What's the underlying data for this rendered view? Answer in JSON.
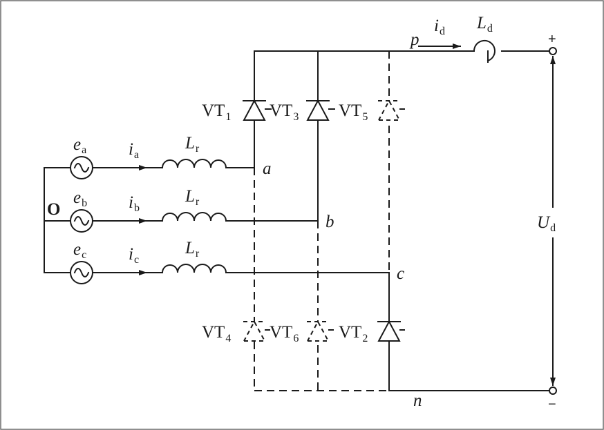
{
  "diagram": {
    "neutral_label": "O",
    "sources": [
      {
        "name": "e",
        "sub": "a"
      },
      {
        "name": "e",
        "sub": "b"
      },
      {
        "name": "e",
        "sub": "c"
      }
    ],
    "currents": [
      {
        "name": "i",
        "sub": "a"
      },
      {
        "name": "i",
        "sub": "b"
      },
      {
        "name": "i",
        "sub": "c"
      }
    ],
    "inductors": [
      {
        "name": "L",
        "sub": "r"
      },
      {
        "name": "L",
        "sub": "r"
      },
      {
        "name": "L",
        "sub": "r"
      }
    ],
    "phase_nodes": [
      "a",
      "b",
      "c"
    ],
    "thyristors_top": [
      {
        "name": "VT",
        "sub": "1"
      },
      {
        "name": "VT",
        "sub": "3"
      },
      {
        "name": "VT",
        "sub": "5"
      }
    ],
    "thyristors_bottom": [
      {
        "name": "VT",
        "sub": "4"
      },
      {
        "name": "VT",
        "sub": "6"
      },
      {
        "name": "VT",
        "sub": "2"
      }
    ],
    "dc_top_node": "p",
    "dc_bottom_node": "n",
    "dc_current": {
      "name": "i",
      "sub": "d"
    },
    "dc_inductor": {
      "name": "L",
      "sub": "d"
    },
    "output_voltage": {
      "name": "U",
      "sub": "d"
    },
    "plus": "+",
    "minus": "−"
  }
}
